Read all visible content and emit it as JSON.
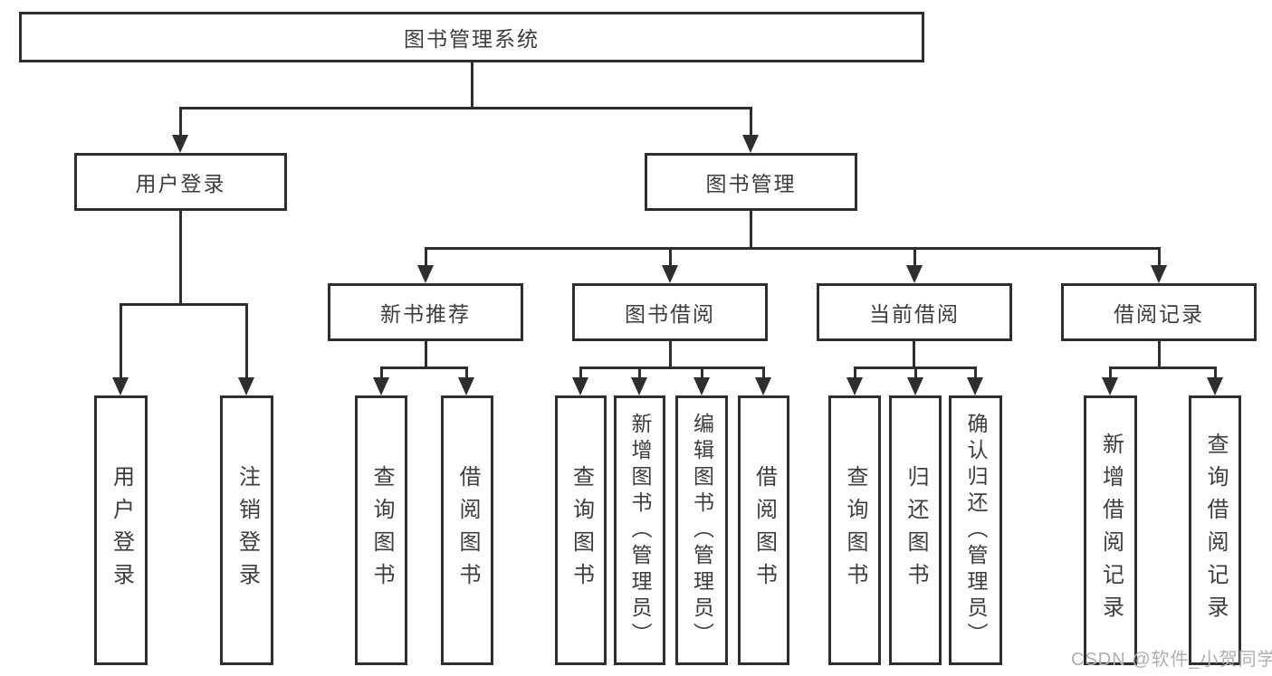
{
  "diagram": {
    "type": "hierarchy-tree",
    "tree": {
      "root": {
        "label": "图书管理系统",
        "children": [
          {
            "label": "用户登录",
            "children": [
              {
                "label": "用户登录"
              },
              {
                "label": "注销登录"
              }
            ]
          },
          {
            "label": "图书管理",
            "children": [
              {
                "label": "新书推荐",
                "children": [
                  {
                    "label": "查询图书"
                  },
                  {
                    "label": "借阅图书"
                  }
                ]
              },
              {
                "label": "图书借阅",
                "children": [
                  {
                    "label": "查询图书"
                  },
                  {
                    "label": "新增图书（管理员）"
                  },
                  {
                    "label": "编辑图书（管理员）"
                  },
                  {
                    "label": "借阅图书"
                  }
                ]
              },
              {
                "label": "当前借阅",
                "children": [
                  {
                    "label": "查询图书"
                  },
                  {
                    "label": "归还图书"
                  },
                  {
                    "label": "确认归还（管理员）"
                  }
                ]
              },
              {
                "label": "借阅记录",
                "children": [
                  {
                    "label": "新增借阅记录"
                  },
                  {
                    "label": "查询借阅记录"
                  }
                ]
              }
            ]
          }
        ]
      }
    },
    "colors": {
      "line": "#2e2e2e",
      "text": "#3d3d3d",
      "box_background": "#ffffff",
      "watermark": "#b0b0b0"
    }
  },
  "watermark": {
    "text": "CSDN @软件_小贺同学"
  }
}
